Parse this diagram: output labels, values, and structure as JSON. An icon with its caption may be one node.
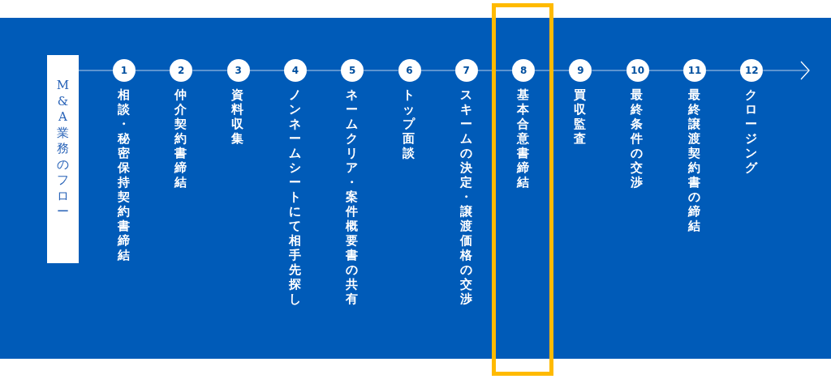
{
  "diagram": {
    "nodes": [
      {
        "text": [
          "M&A　業務のフロー"
        ]
      },
      {
        "text": [
          "1"
        ],
        "beside": [
          "相談・秘密保持契約書締結"
        ]
      },
      {
        "text": [
          "2"
        ],
        "beside": [
          "仲介契約書締結"
        ]
      },
      {
        "text": [
          "3"
        ],
        "beside": [
          "資料収集"
        ]
      },
      {
        "text": [
          "4"
        ],
        "beside": [
          "ノンネームシートにて相手先探し"
        ]
      },
      {
        "text": [
          "5"
        ],
        "beside": [
          "ネームクリア・案件概要書の共有"
        ]
      },
      {
        "text": [
          "6"
        ],
        "beside": [
          "トップ面談"
        ]
      },
      {
        "text": [
          "7"
        ],
        "beside": [
          "スキームの決定・譲渡価格の交渉"
        ]
      },
      {
        "text": [
          "8"
        ],
        "beside": [
          "基本合意書締結"
        ]
      },
      {
        "text": [
          "9"
        ],
        "beside": [
          "買収監査"
        ]
      },
      {
        "text": [
          "10"
        ],
        "beside": [
          "最終条件の交渉"
        ]
      },
      {
        "text": [
          "11"
        ],
        "beside": [
          "最終譲渡契約書の締結"
        ]
      },
      {
        "text": [
          "12"
        ],
        "beside": [
          "クロージング"
        ]
      }
    ],
    "edges": [
      {
        "from": 0,
        "to": 1,
        "arrow": "none"
      },
      {
        "from": 1,
        "to": 2,
        "arrow": "none"
      },
      {
        "from": 2,
        "to": 3,
        "arrow": "none"
      },
      {
        "from": 3,
        "to": 4,
        "arrow": "none"
      },
      {
        "from": 4,
        "to": 5,
        "arrow": "none"
      },
      {
        "from": 5,
        "to": 6,
        "arrow": "none"
      },
      {
        "from": 6,
        "to": 7,
        "arrow": "none"
      },
      {
        "from": 7,
        "to": 8,
        "arrow": "none"
      },
      {
        "from": 8,
        "to": 9,
        "arrow": "none"
      },
      {
        "from": 9,
        "to": 10,
        "arrow": "none"
      },
      {
        "from": 10,
        "to": 11,
        "arrow": "none"
      },
      {
        "from": 11,
        "to": 12,
        "arrow": "none"
      },
      {
        "from": 12,
        "to": null,
        "arrow": "to"
      }
    ]
  }
}
